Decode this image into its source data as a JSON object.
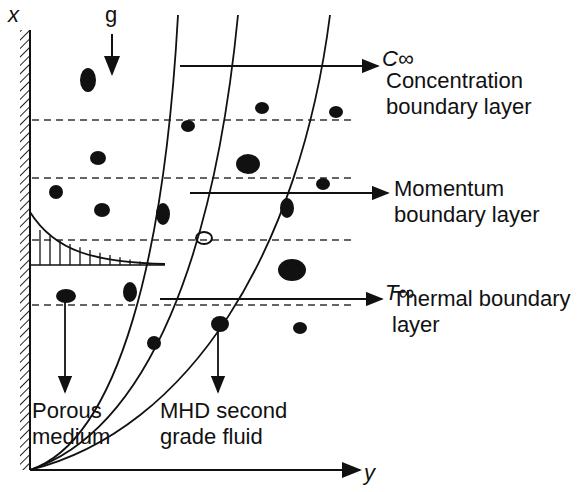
{
  "diagram": {
    "labels": [
      "x",
      "g",
      "C∞",
      "Concentration boundary layer",
      "Momentum boundary layer",
      "T∞",
      "Thermal boundary layer",
      "y",
      "Porous medium",
      "MHD second grade fluid"
    ]
  }
}
